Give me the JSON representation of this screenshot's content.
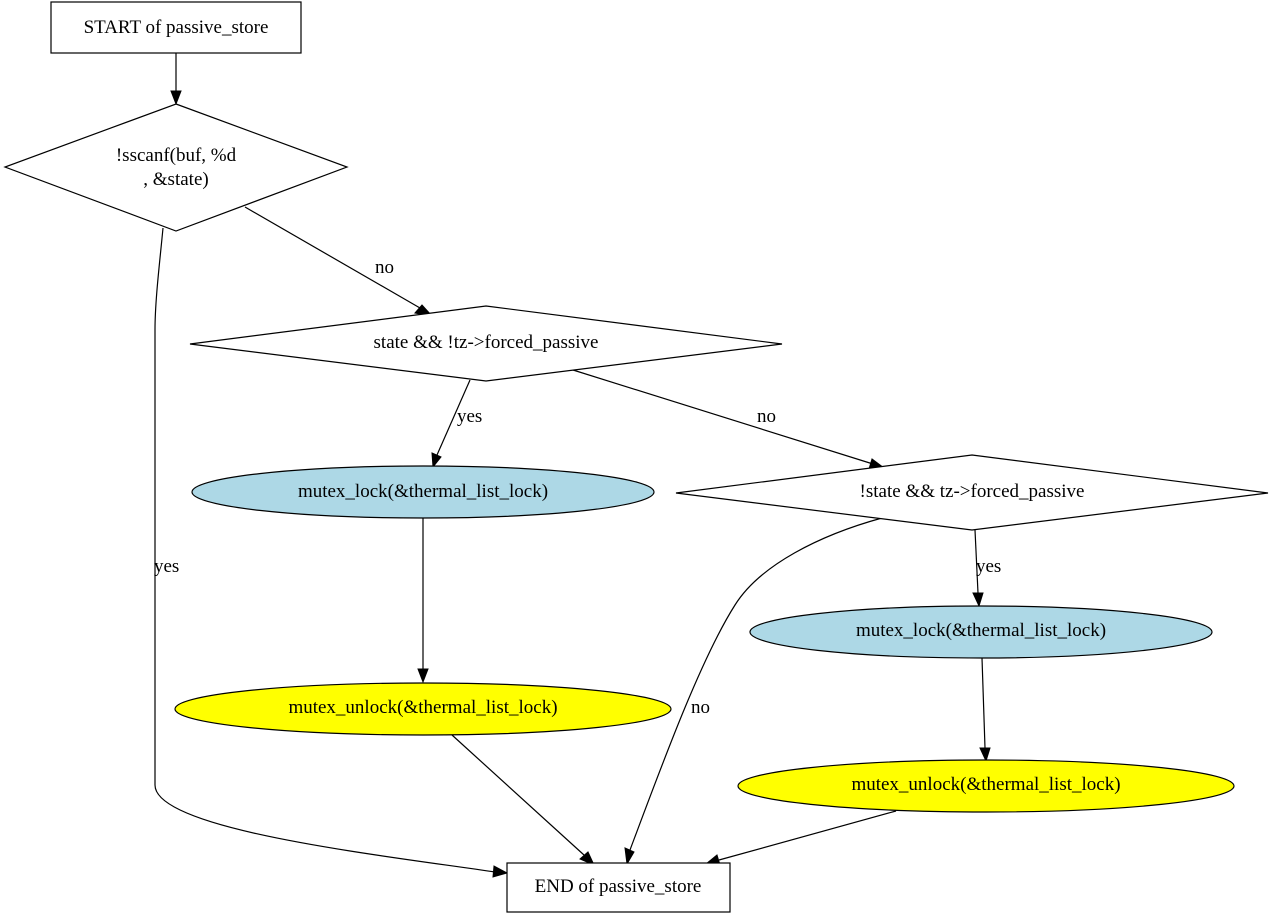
{
  "colors": {
    "lock_fill": "#add8e6",
    "unlock_fill": "#ffff00",
    "plain_fill": "#ffffff",
    "stroke": "#000000"
  },
  "nodes": {
    "start": "START of passive_store",
    "cond1": [
      "!sscanf(buf, %d",
      ", &state)"
    ],
    "cond2": "state && !tz->forced_passive",
    "cond3": "!state && tz->forced_passive",
    "lock1": "mutex_lock(&thermal_list_lock)",
    "unlock1": "mutex_unlock(&thermal_list_lock)",
    "lock2": "mutex_lock(&thermal_list_lock)",
    "unlock2": "mutex_unlock(&thermal_list_lock)",
    "end": "END of passive_store"
  },
  "edges": {
    "cond1_no": "no",
    "cond1_yes": "yes",
    "cond2_yes": "yes",
    "cond2_no": "no",
    "cond3_yes": "yes",
    "cond3_no": "no"
  }
}
